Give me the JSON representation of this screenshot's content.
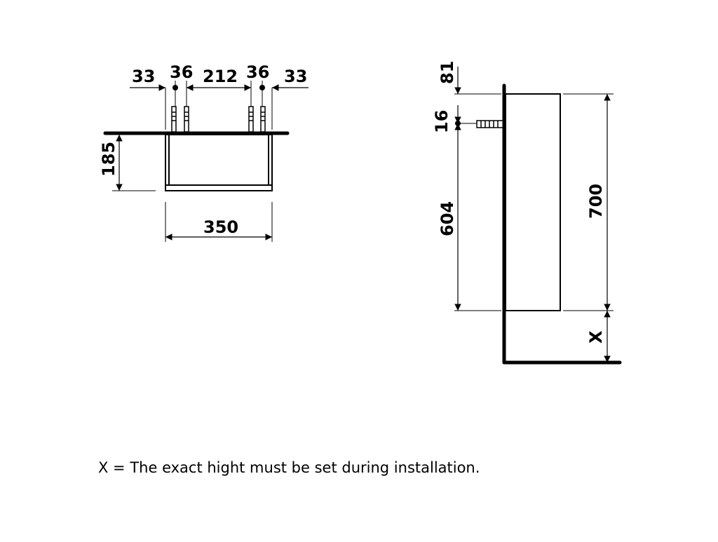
{
  "front_view": {
    "dims_top": [
      "33",
      "36",
      "212",
      "36",
      "33"
    ],
    "height": "185",
    "width": "350"
  },
  "side_view": {
    "top_offset": "81",
    "bracket": "16",
    "to_bottom": "604",
    "cabinet_height": "700",
    "floor_gap": "X"
  },
  "note": "X = The exact hight must be set during installation."
}
